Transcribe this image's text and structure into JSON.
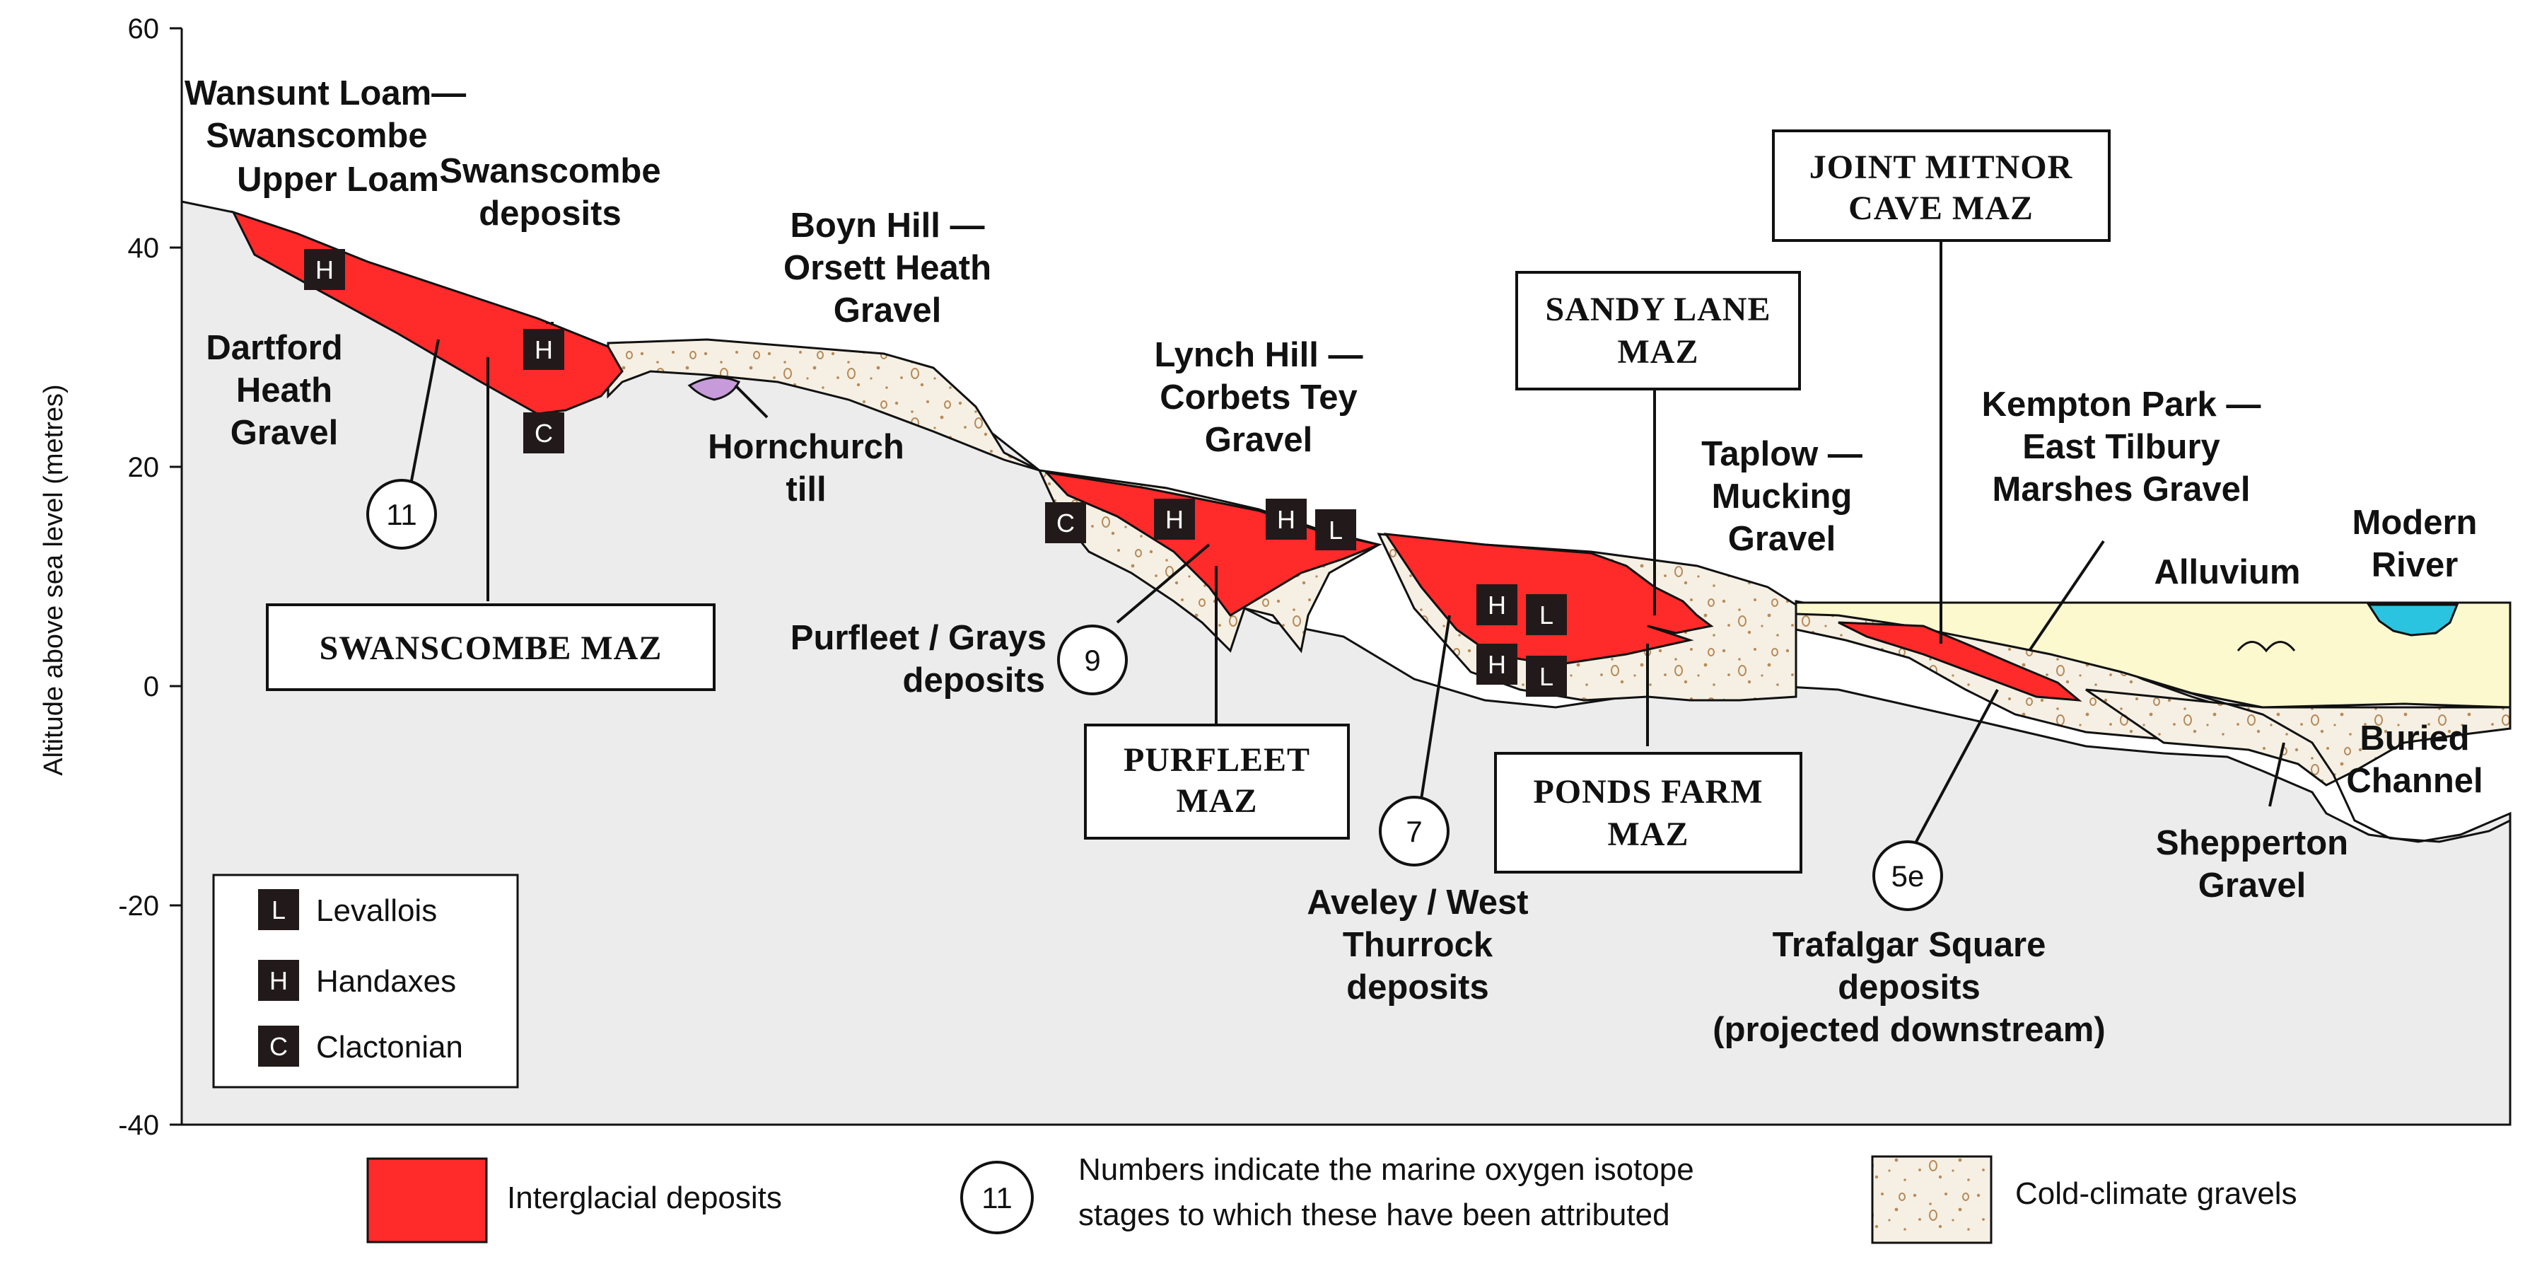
{
  "axis": {
    "ylabel": "Altitude above sea level (metres)",
    "ticks": [
      "60",
      "40",
      "20",
      "0",
      "-20",
      "-40"
    ]
  },
  "deposits": {
    "wansunt": [
      "Wansunt Loam—",
      "Swanscombe",
      "Upper Loam"
    ],
    "swanscombe_deposits": [
      "Swanscombe",
      "deposits"
    ],
    "dartford": [
      "Dartford",
      "Heath",
      "Gravel"
    ],
    "boyn_hill": [
      "Boyn Hill —",
      "Orsett Heath",
      "Gravel"
    ],
    "hornchurch": [
      "Hornchurch",
      "till"
    ],
    "lynch_hill": [
      "Lynch Hill —",
      "Corbets Tey",
      "Gravel"
    ],
    "purfleet_grays": [
      "Purfleet / Grays",
      "deposits"
    ],
    "taplow": [
      "Taplow —",
      "Mucking",
      "Gravel"
    ],
    "aveley": [
      "Aveley / West",
      "Thurrock",
      "deposits"
    ],
    "kempton": [
      "Kempton Park —",
      "East Tilbury",
      "Marshes Gravel"
    ],
    "alluvium": "Alluvium",
    "modern_river": [
      "Modern",
      "River"
    ],
    "buried_channel": [
      "Buried",
      "Channel"
    ],
    "shepperton": [
      "Shepperton",
      "Gravel"
    ],
    "trafalgar": [
      "Trafalgar Square",
      "deposits",
      "(projected downstream)"
    ]
  },
  "maz": {
    "swanscombe": [
      "SWANSCOMBE MAZ"
    ],
    "purfleet": [
      "PURFLEET",
      "MAZ"
    ],
    "sandy_lane": [
      "SANDY LANE",
      "MAZ"
    ],
    "ponds_farm": [
      "PONDS FARM",
      "MAZ"
    ],
    "joint_mitnor": [
      "JOINT MITNOR",
      "CAVE MAZ"
    ]
  },
  "isotope_stages": {
    "s11": "11",
    "s9": "9",
    "s7": "7",
    "s5e": "5e"
  },
  "markers": {
    "L": "L",
    "H": "H",
    "C": "C"
  },
  "legend_inset": {
    "levallois": "Levallois",
    "handaxes": "Handaxes",
    "clactonian": "Clactonian"
  },
  "legend_bottom": {
    "interglacial": "Interglacial deposits",
    "numbers_line1": "Numbers indicate the marine oxygen isotope",
    "numbers_line2": "stages to which these have been attributed",
    "numbers_sample": "11",
    "cold": "Cold-climate gravels"
  },
  "colors": {
    "interglacial": "#ff2a2a",
    "gravel": "#f4efe2",
    "ground": "#ececec",
    "alluvium": "#fcf9cf",
    "river": "#2bc4e0",
    "till": "#c79bd9",
    "marker": "#221a1a"
  }
}
